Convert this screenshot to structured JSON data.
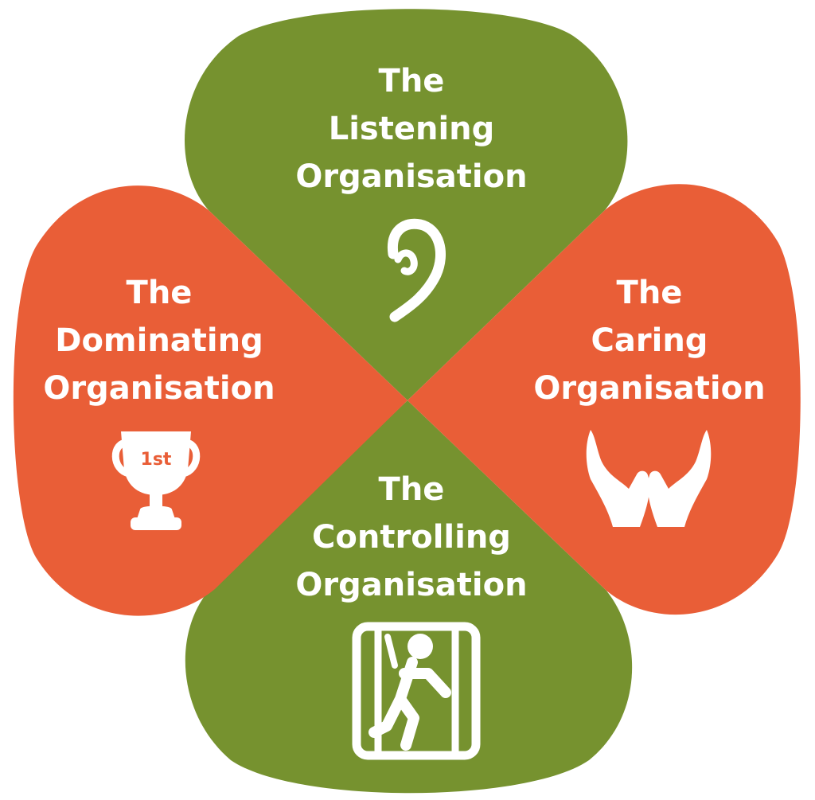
{
  "colors": {
    "green": "#76922f",
    "orange": "#e95e37",
    "icon": "#ffffff"
  },
  "petals": [
    {
      "id": "listening",
      "position": "top",
      "color": "green",
      "lines": [
        "The",
        "Listening",
        "Organisation"
      ],
      "icon": "ear-icon"
    },
    {
      "id": "dominating",
      "position": "left",
      "color": "orange",
      "lines": [
        "The",
        "Dominating",
        "Organisation"
      ],
      "icon": "trophy-icon",
      "icon_text": "1st"
    },
    {
      "id": "caring",
      "position": "right",
      "color": "orange",
      "lines": [
        "The",
        "Caring",
        "Organisation"
      ],
      "icon": "hands-icon"
    },
    {
      "id": "controlling",
      "position": "bottom",
      "color": "green",
      "lines": [
        "The",
        "Controlling",
        "Organisation"
      ],
      "icon": "trapped-person-icon"
    }
  ]
}
